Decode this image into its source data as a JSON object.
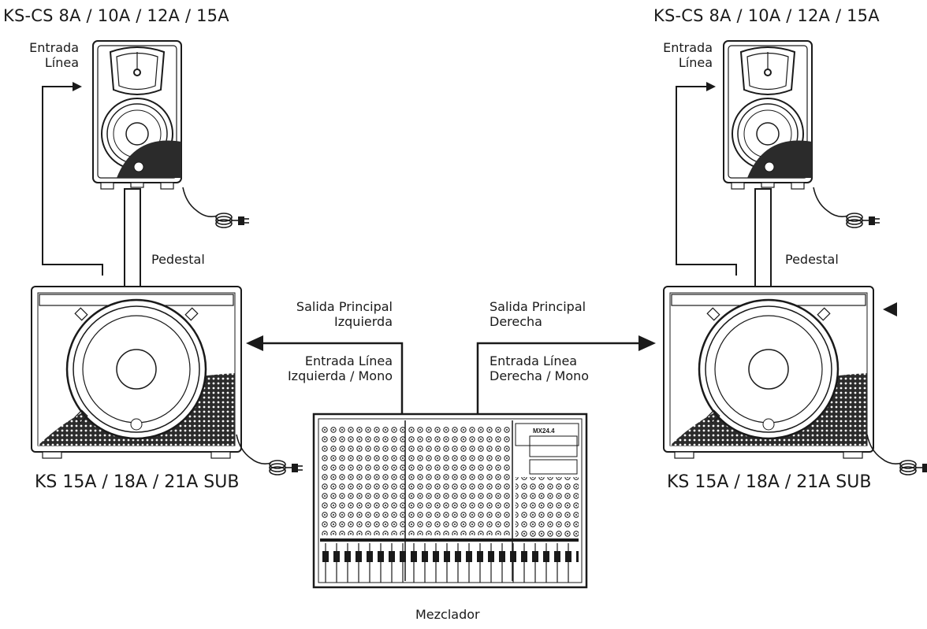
{
  "left": {
    "top_speaker_model": "KS-CS 8A / 10A / 12A / 15A",
    "line_input_1": "Entrada",
    "line_input_2": "Línea",
    "pole_label": "Pedestal",
    "subwoofer_model": "KS 15A / 18A / 21A SUB",
    "main_out_1": "Salida Principal",
    "main_out_2": "Izquierda",
    "line_in_1": "Entrada Línea",
    "line_in_2": "Izquierda / Mono"
  },
  "right": {
    "top_speaker_model": "KS-CS 8A / 10A / 12A / 15A",
    "line_input_1": "Entrada",
    "line_input_2": "Línea",
    "pole_label": "Pedestal",
    "subwoofer_model": "KS 15A / 18A / 21A SUB",
    "main_out_1": "Salida Principal",
    "main_out_2": "Derecha",
    "line_in_1": "Entrada Línea",
    "line_in_2": "Derecha / Mono"
  },
  "mixer": {
    "label": "Mezclador",
    "model_badge": "MX24.4"
  },
  "colors": {
    "line": "#1a1a1a",
    "background": "#ffffff",
    "shade": "#2b2b2b"
  },
  "icons": {
    "arrow": "arrow-head-icon",
    "plug": "power-plug-icon",
    "marker": "triangle-marker-icon"
  }
}
